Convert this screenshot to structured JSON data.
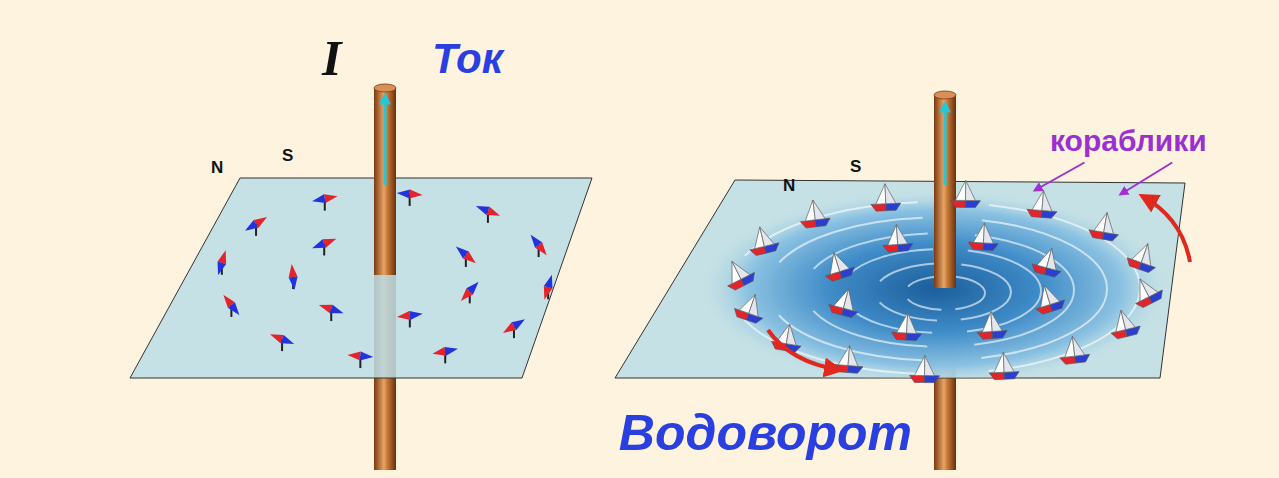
{
  "diagram": {
    "labels": [
      "I",
      "Ток",
      "N",
      "S",
      "кораблики",
      "N",
      "S",
      "Водоворот"
    ]
  }
}
